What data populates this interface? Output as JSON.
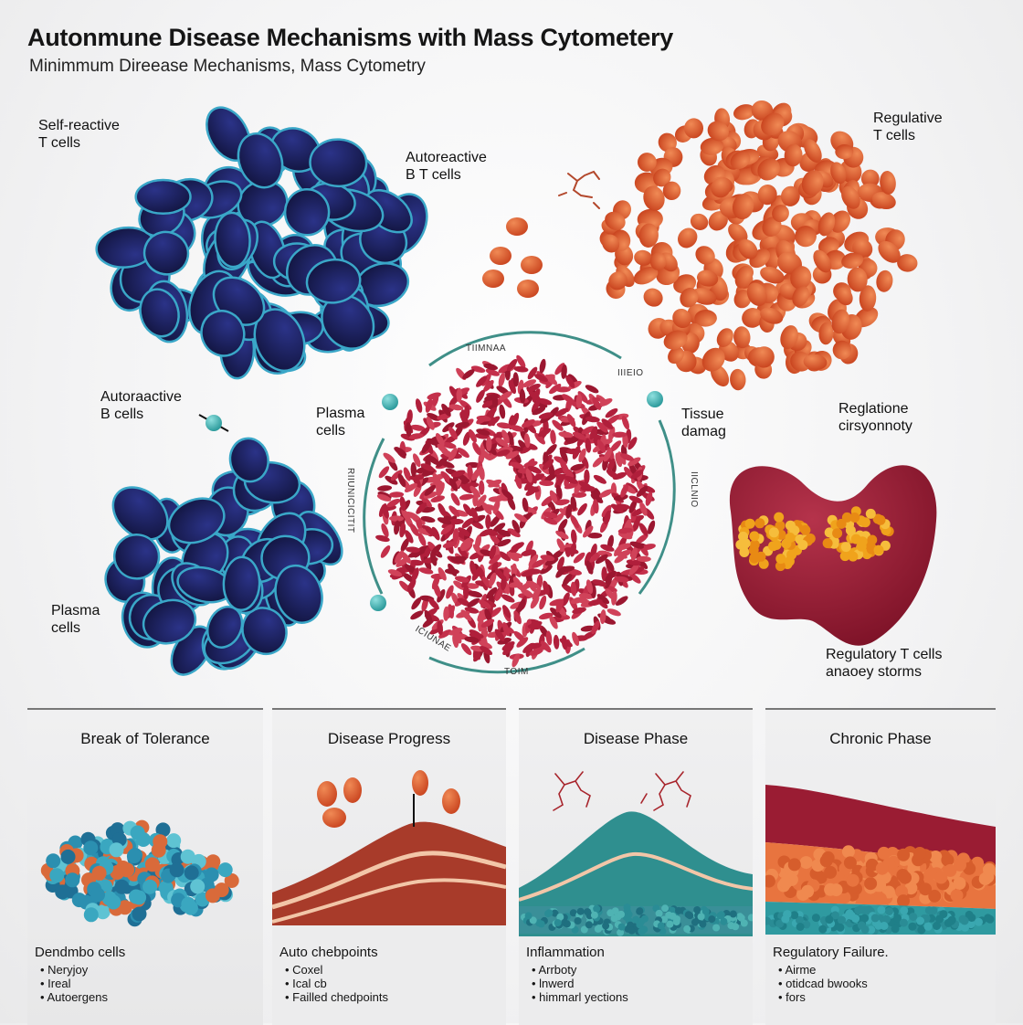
{
  "header": {
    "title": "Autonmune Disease Mechanisms with Mass Cytometery",
    "subtitle": "Minimmum Direease Mechanisms, Mass Cytometry"
  },
  "labels": {
    "self_reactive_t": "Self-reactive\nT cells",
    "autoreactive_bt": "Autoreactive\nB T cells",
    "regulative_t": "Regulative\nT cells",
    "autoreactive_b": "Autoraactive\nB cells",
    "plasma_center": "Plasma\ncells",
    "tissue_damage": "Tissue\ndamag",
    "regulatione": "Reglatione\ncirsyonnoty",
    "plasma_left": "Plasma\ncells",
    "regulatory_storms": "Regulatory T cells\nanaoey storms"
  },
  "ring_labels": {
    "top": "TIIMNAA",
    "top_right": "IIIEIO",
    "left": "RIIUNICICITIT",
    "right": "IICLNIO",
    "bottom_left": "ICIUNAE",
    "bottom": "TOIM"
  },
  "panels": [
    {
      "title": "Break of Tolerance",
      "caption": "Dendmbo cells",
      "bullets": [
        "Neryjoy",
        "Ireal",
        "Autoergens"
      ]
    },
    {
      "title": "Disease Progress",
      "caption": "Auto chebpoints",
      "bullets": [
        "Coxel",
        "Ical cb",
        "Failled chedpoints"
      ]
    },
    {
      "title": "Disease Phase",
      "caption": "Inflammation",
      "bullets": [
        "Arrboty",
        "lnwerd",
        "himmarl yections"
      ]
    },
    {
      "title": "Chronic Phase",
      "caption": "Regulatory Failure.",
      "bullets": [
        "Airme",
        "otidcad bwooks",
        "fors"
      ]
    }
  ],
  "colors": {
    "navy_cell": "#1c2160",
    "cell_edge": "#3aa7c8",
    "orange_cell": "#d9552f",
    "crimson": "#b0243d",
    "teal": "#2f8f8f"
  }
}
